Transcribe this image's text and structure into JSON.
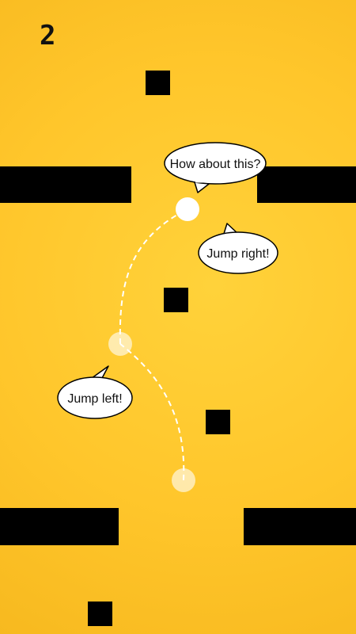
{
  "game": {
    "score": "2",
    "background_color": "#ffc62b",
    "obstacle_color": "#000000",
    "ball_color": "#ffffff"
  },
  "speech_bubbles": {
    "top": "How about this?",
    "right": "Jump right!",
    "left": "Jump left!"
  },
  "tutorial": {
    "jump_sequence": [
      "Jump left!",
      "Jump right!",
      "How about this?"
    ]
  }
}
